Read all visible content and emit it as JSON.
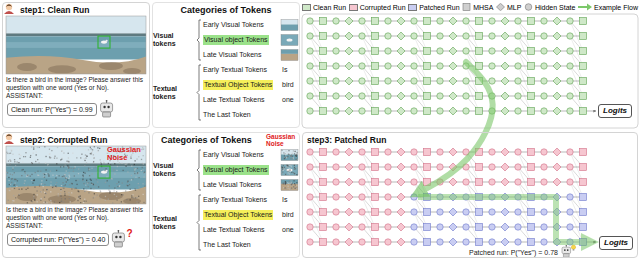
{
  "diagram": {
    "nodes": [
      {
        "text": [
          "step1: Clean Run"
        ]
      },
      {
        "text": [
          "Clean run: P(\"Yes\") = 0.99"
        ],
        "in": 0
      },
      {
        "text": [
          "Categories of Tokens"
        ]
      },
      {
        "text": [
          "Logits"
        ]
      },
      {
        "text": [
          "step2: Corrupted Run"
        ]
      },
      {
        "text": [
          "Corrupted run: P(\"Yes\") = 0.40"
        ],
        "in": 4
      },
      {
        "text": [
          "Categories of Tokens"
        ]
      },
      {
        "text": [
          "step3: Patched Run"
        ]
      },
      {
        "text": [
          "Logits"
        ],
        "in": 7
      }
    ],
    "labels": [
      "Is there a bird in the image? Please answer this question with one word (Yes or No). ASSISTANT:",
      "Visual tokens",
      "Early Visual Tokens",
      "Visual object Tokens",
      "Late Visual Tokens",
      "Textual tokens",
      "Early Textual Tokens",
      "Is",
      "Textual Object Tokens",
      "bird",
      "Late Textual Tokens",
      "one",
      "The Last Token",
      "Gaussian Noise",
      "Is there a bird in the image? Please answer this question with one word (Yes or No). ASSISTANT:",
      "?",
      "Gaussian Noise",
      "Visual tokens",
      "Early Visual Tokens",
      "Visual object Tokens",
      "Late Visual Tokens",
      "Textual tokens",
      "Early Textual Tokens",
      "Is",
      "Textual Object Tokens",
      "bird",
      "Late Textual Tokens",
      "one",
      "The Last Token",
      "Patched run: P(\"Yes\") = 0.78"
    ],
    "legend": [
      {
        "text": "Clean Run",
        "color": "#cfe8c8"
      },
      {
        "text": "Corrupted Run",
        "color": "#f6c6d0"
      },
      {
        "text": "Patched Run",
        "color": "#c9cdf2"
      },
      {
        "text": "MHSA"
      },
      {
        "text": "MLP"
      },
      {
        "text": "Hidden State"
      },
      {
        "text": "Example Flow"
      }
    ]
  }
}
